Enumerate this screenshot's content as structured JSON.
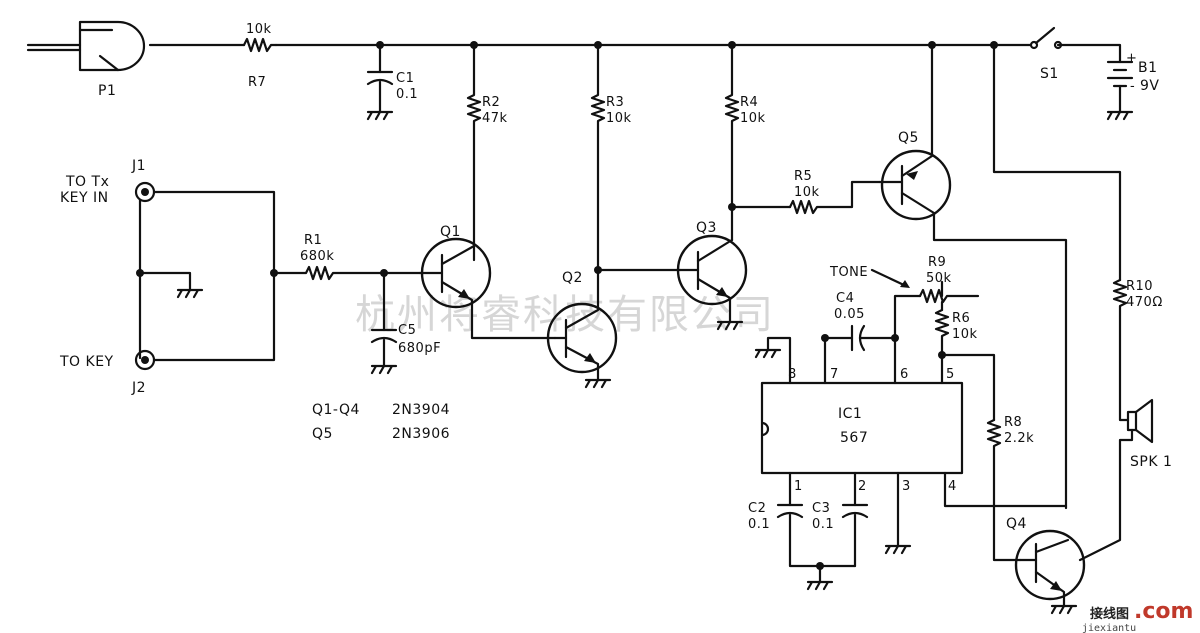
{
  "watermark": "杭州将睿科技有限公司",
  "logo": {
    "cn": "接线图",
    "com": ".com",
    "url": "jiexiantu"
  },
  "labels": {
    "p1": "P1",
    "r7": "R7",
    "r7_val": "10k",
    "c1": "C1",
    "c1_val": "0.1",
    "r2": "R2",
    "r2_val": "47k",
    "r3": "R3",
    "r3_val": "10k",
    "r4": "R4",
    "r4_val": "10k",
    "r5": "R5",
    "r5_val": "10k",
    "q1": "Q1",
    "q2": "Q2",
    "q3": "Q3",
    "q4": "Q4",
    "q5": "Q5",
    "s1": "S1",
    "b1": "B1",
    "b1_val": "9V",
    "j1": "J1",
    "j2": "J2",
    "to_tx": "TO Tx",
    "key_in": "KEY IN",
    "to_key": "TO KEY",
    "r1": "R1",
    "r1_val": "680k",
    "c5": "C5",
    "c5_val": "680pF",
    "c4": "C4",
    "c4_val": "0.05",
    "tone": "TONE",
    "r9": "R9",
    "r9_val": "50k",
    "r6": "R6",
    "r6_val": "10k",
    "r8": "R8",
    "r8_val": "2.2k",
    "r10": "R10",
    "r10_val": "470Ω",
    "spk": "SPK 1",
    "ic_name": "IC1",
    "ic_part": "567",
    "pin1": "1",
    "pin2": "2",
    "pin3": "3",
    "pin4": "4",
    "pin5": "5",
    "pin6": "6",
    "pin7": "7",
    "pin8": "8",
    "c2": "C2",
    "c2_val": "0.1",
    "c3": "C3",
    "c3_val": "0.1",
    "parts_q14": "Q1-Q4",
    "parts_q14_val": "2N3904",
    "parts_q5": "Q5",
    "parts_q5_val": "2N3906"
  }
}
